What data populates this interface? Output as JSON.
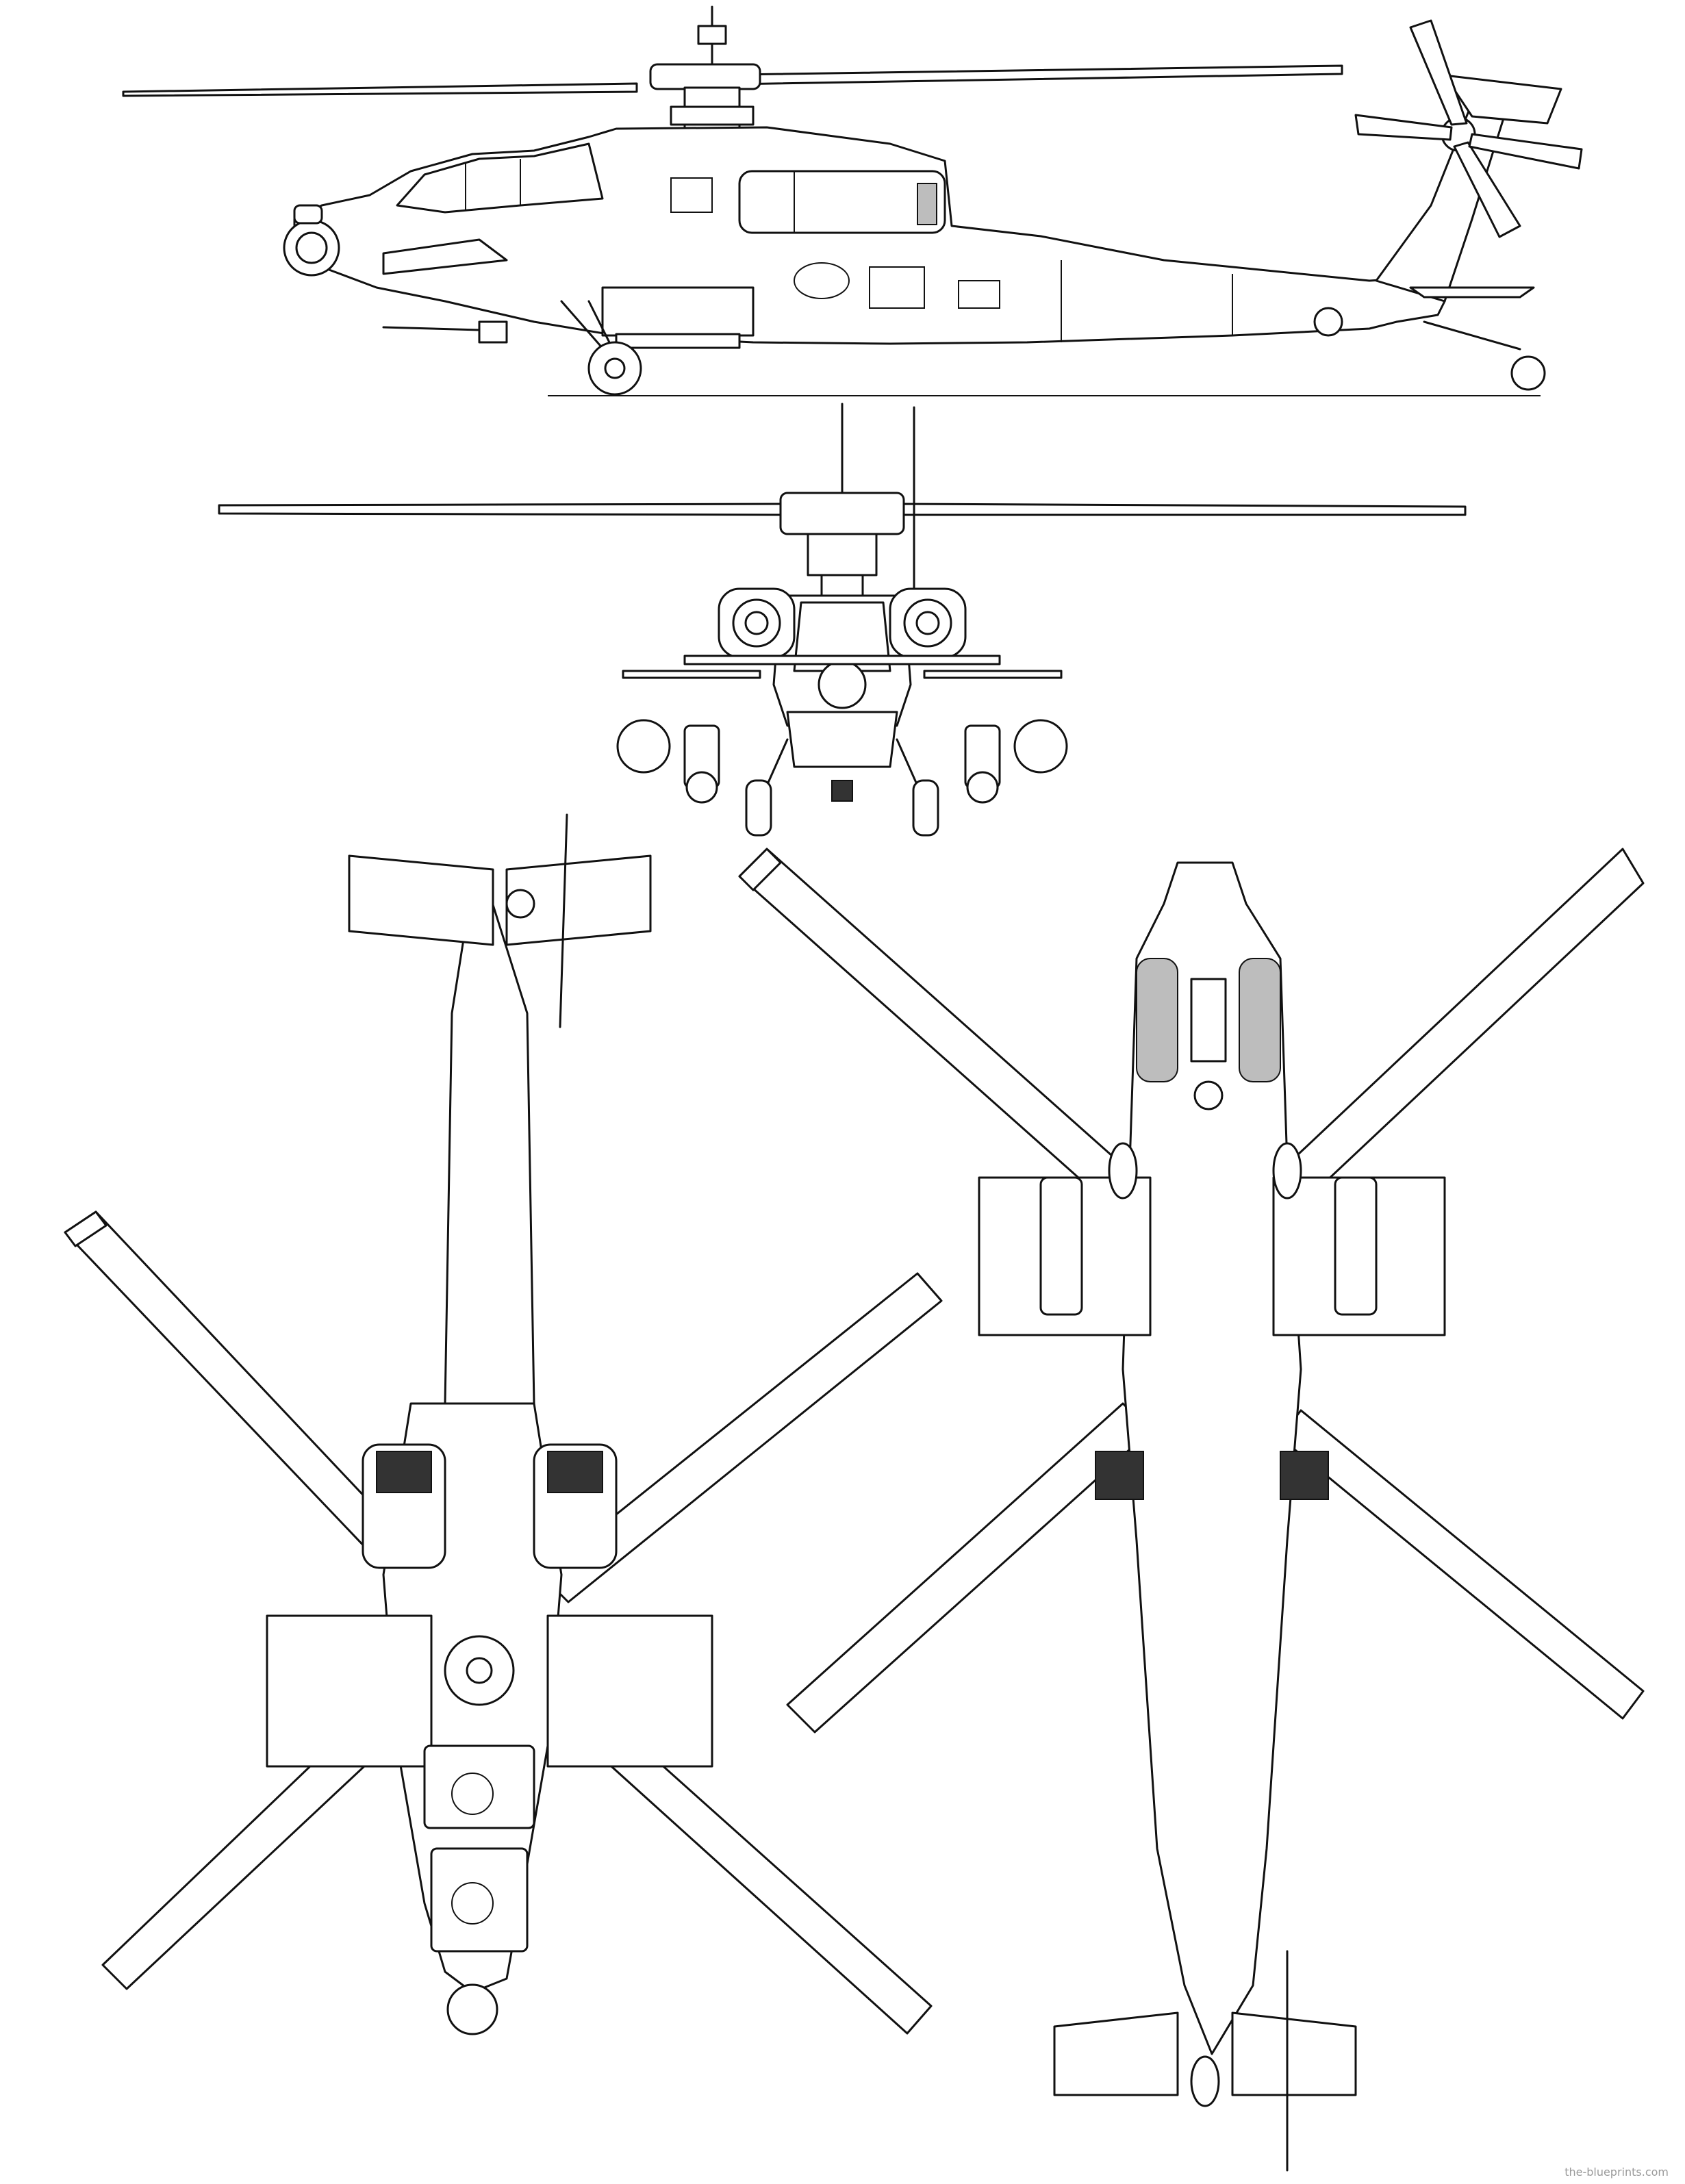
{
  "drawing": {
    "subject": "AH-64 Apache attack helicopter three-view line drawing",
    "views": [
      "side-view",
      "front-view",
      "top-view",
      "bottom-view"
    ],
    "line_color": "#111111",
    "background_color": "#ffffff"
  },
  "credit": "the-blueprints.com"
}
